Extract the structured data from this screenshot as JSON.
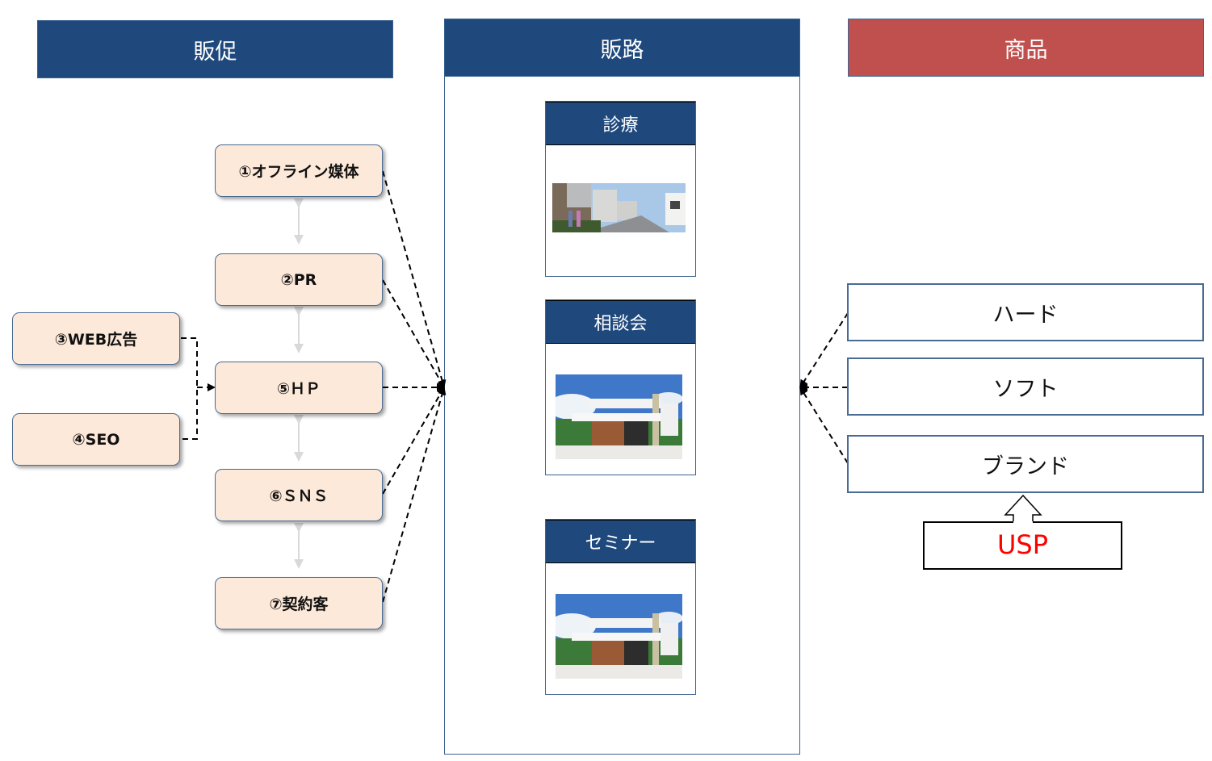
{
  "columns": {
    "promotion": {
      "title": "販促"
    },
    "channel": {
      "title": "販路"
    },
    "product": {
      "title": "商品"
    }
  },
  "promotion_nodes": [
    {
      "id": "offline",
      "label": "①オフライン媒体"
    },
    {
      "id": "pr",
      "label": "②PR"
    },
    {
      "id": "web_ads",
      "label": "③WEB広告"
    },
    {
      "id": "seo",
      "label": "④SEO"
    },
    {
      "id": "hp",
      "label": "⑤ＨＰ"
    },
    {
      "id": "sns",
      "label": "⑥ＳＮＳ"
    },
    {
      "id": "customers",
      "label": "⑦契約客"
    }
  ],
  "channels": [
    {
      "id": "consult",
      "title": "診療",
      "image": "model-home-street-photo"
    },
    {
      "id": "meeting",
      "title": "相談会",
      "image": "modern-house-photo"
    },
    {
      "id": "seminar",
      "title": "セミナー",
      "image": "modern-house-photo"
    }
  ],
  "products": [
    {
      "id": "hard",
      "label": "ハード"
    },
    {
      "id": "soft",
      "label": "ソフト"
    },
    {
      "id": "brand",
      "label": "ブランド"
    }
  ],
  "usp": {
    "label": "USP"
  },
  "colors": {
    "header_navy": "#1f497d",
    "header_red": "#c0504d",
    "node_fill": "#fde9d9",
    "usp_red": "#ff0000"
  }
}
